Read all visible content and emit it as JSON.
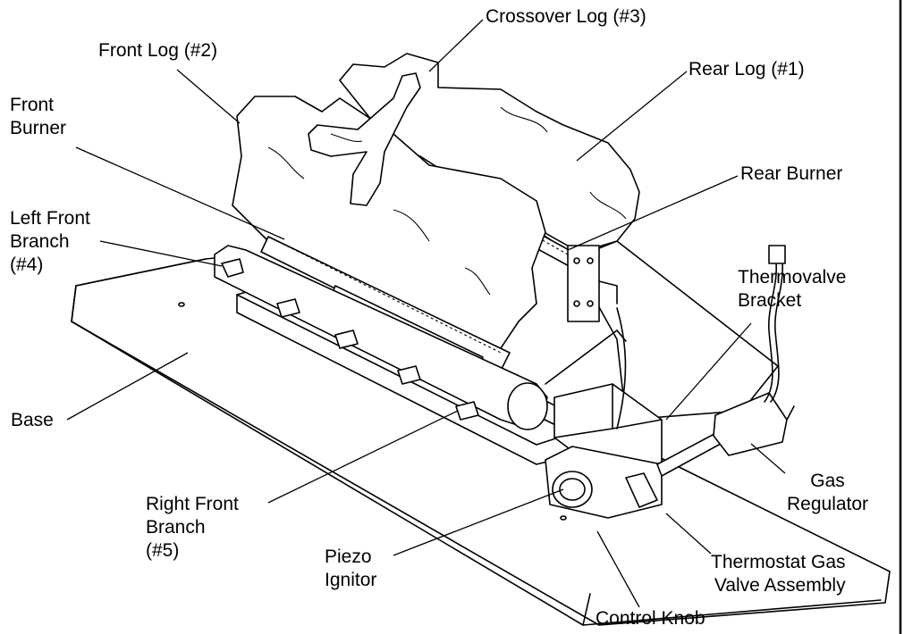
{
  "diagram": {
    "labels": {
      "crossover_log": [
        "Crossover Log (#3)"
      ],
      "front_log": [
        "Front Log (#2)"
      ],
      "rear_log": [
        "Rear Log (#1)"
      ],
      "front_burner": [
        "Front",
        "Burner"
      ],
      "rear_burner": [
        "Rear Burner"
      ],
      "left_front_branch": [
        "Left Front",
        "Branch",
        "(#4)"
      ],
      "thermovalve_bracket": [
        "Thermovalve",
        "Bracket"
      ],
      "base": [
        "Base"
      ],
      "gas_regulator": [
        "Gas",
        "Regulator"
      ],
      "right_front_branch": [
        "Right Front",
        "Branch",
        "(#5)"
      ],
      "piezo_ignitor": [
        "Piezo",
        "Ignitor"
      ],
      "thermostat_gas_valve_assembly": [
        "Thermostat Gas",
        "Valve Assembly"
      ],
      "control_knob": [
        "Control Knob"
      ]
    }
  }
}
